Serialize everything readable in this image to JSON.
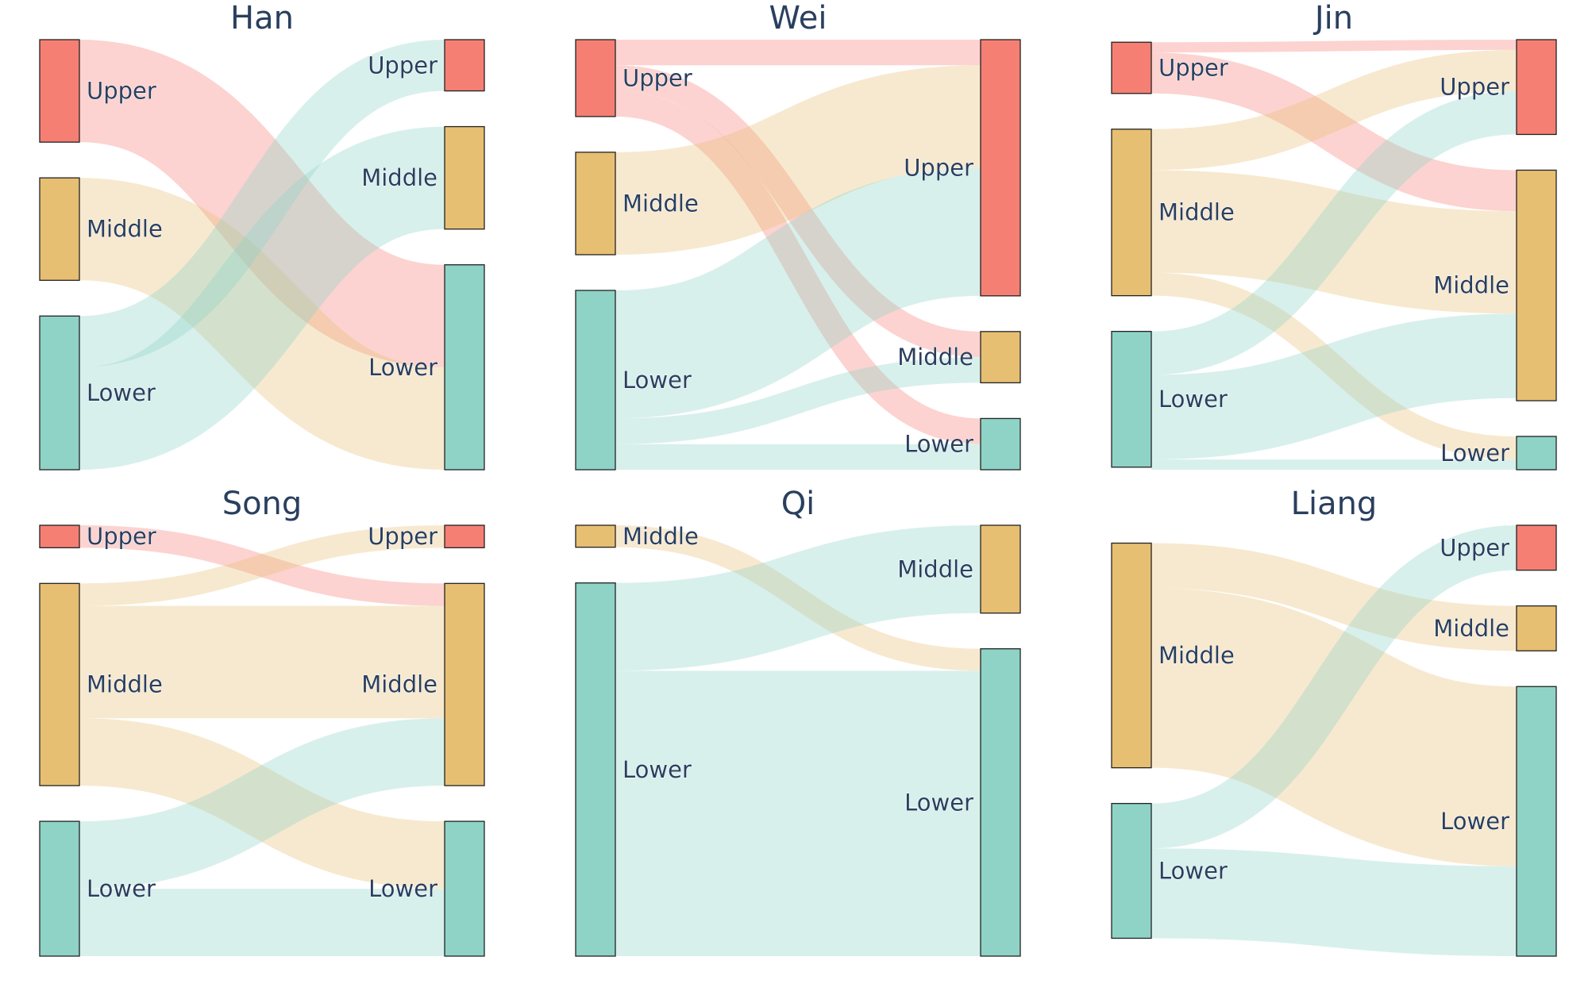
{
  "colors": {
    "Upper": "#f67f74",
    "Middle": "#e7bf72",
    "Lower": "#8ed3c6",
    "title_text": "#2a3f5f",
    "node_stroke": "#222222"
  },
  "chart_data": [
    {
      "type": "sankey",
      "title": "Han",
      "left_nodes": [
        {
          "name": "Upper",
          "value": 4
        },
        {
          "name": "Middle",
          "value": 4
        },
        {
          "name": "Lower",
          "value": 6
        }
      ],
      "right_nodes": [
        {
          "name": "Upper",
          "value": 2
        },
        {
          "name": "Middle",
          "value": 4
        },
        {
          "name": "Lower",
          "value": 8
        }
      ],
      "links": [
        {
          "source": "Upper",
          "target": "Lower",
          "value": 4
        },
        {
          "source": "Middle",
          "target": "Lower",
          "value": 4
        },
        {
          "source": "Lower",
          "target": "Upper",
          "value": 2
        },
        {
          "source": "Lower",
          "target": "Middle",
          "value": 4
        }
      ]
    },
    {
      "type": "sankey",
      "title": "Wei",
      "left_nodes": [
        {
          "name": "Upper",
          "value": 3
        },
        {
          "name": "Middle",
          "value": 4
        },
        {
          "name": "Lower",
          "value": 7
        }
      ],
      "right_nodes": [
        {
          "name": "Upper",
          "value": 10
        },
        {
          "name": "Middle",
          "value": 2
        },
        {
          "name": "Lower",
          "value": 2
        }
      ],
      "links": [
        {
          "source": "Upper",
          "target": "Upper",
          "value": 1
        },
        {
          "source": "Upper",
          "target": "Middle",
          "value": 1
        },
        {
          "source": "Upper",
          "target": "Lower",
          "value": 1
        },
        {
          "source": "Middle",
          "target": "Upper",
          "value": 4
        },
        {
          "source": "Lower",
          "target": "Upper",
          "value": 5
        },
        {
          "source": "Lower",
          "target": "Middle",
          "value": 1
        },
        {
          "source": "Lower",
          "target": "Lower",
          "value": 1
        }
      ]
    },
    {
      "type": "sankey",
      "title": "Jin",
      "left_nodes": [
        {
          "name": "Upper",
          "value": 2
        },
        {
          "name": "Middle",
          "value": 6.5
        },
        {
          "name": "Lower",
          "value": 5.3
        }
      ],
      "right_nodes": [
        {
          "name": "Upper",
          "value": 3.7
        },
        {
          "name": "Middle",
          "value": 9
        },
        {
          "name": "Lower",
          "value": 1.3
        }
      ],
      "links": [
        {
          "source": "Upper",
          "target": "Upper",
          "value": 0.4
        },
        {
          "source": "Upper",
          "target": "Middle",
          "value": 1.6
        },
        {
          "source": "Middle",
          "target": "Upper",
          "value": 1.6
        },
        {
          "source": "Middle",
          "target": "Middle",
          "value": 4
        },
        {
          "source": "Middle",
          "target": "Lower",
          "value": 0.9
        },
        {
          "source": "Lower",
          "target": "Upper",
          "value": 1.7
        },
        {
          "source": "Lower",
          "target": "Middle",
          "value": 3.3
        },
        {
          "source": "Lower",
          "target": "Lower",
          "value": 0.4
        }
      ]
    },
    {
      "type": "sankey",
      "title": "Song",
      "left_nodes": [
        {
          "name": "Upper",
          "value": 1
        },
        {
          "name": "Middle",
          "value": 9
        },
        {
          "name": "Lower",
          "value": 6
        }
      ],
      "right_nodes": [
        {
          "name": "Upper",
          "value": 1
        },
        {
          "name": "Middle",
          "value": 9
        },
        {
          "name": "Lower",
          "value": 6
        }
      ],
      "links": [
        {
          "source": "Upper",
          "target": "Middle",
          "value": 1
        },
        {
          "source": "Middle",
          "target": "Upper",
          "value": 1
        },
        {
          "source": "Middle",
          "target": "Middle",
          "value": 5
        },
        {
          "source": "Middle",
          "target": "Lower",
          "value": 3
        },
        {
          "source": "Lower",
          "target": "Middle",
          "value": 3
        },
        {
          "source": "Lower",
          "target": "Lower",
          "value": 3
        }
      ]
    },
    {
      "type": "sankey",
      "title": "Qi",
      "left_nodes": [
        {
          "name": "Middle",
          "value": 1
        },
        {
          "name": "Lower",
          "value": 17
        }
      ],
      "right_nodes": [
        {
          "name": "Middle",
          "value": 4
        },
        {
          "name": "Lower",
          "value": 14
        }
      ],
      "links": [
        {
          "source": "Middle",
          "target": "Lower",
          "value": 1
        },
        {
          "source": "Lower",
          "target": "Middle",
          "value": 4
        },
        {
          "source": "Lower",
          "target": "Lower",
          "value": 13
        }
      ]
    },
    {
      "type": "sankey",
      "title": "Liang",
      "left_nodes": [
        {
          "name": "Middle",
          "value": 10
        },
        {
          "name": "Lower",
          "value": 6
        }
      ],
      "right_nodes": [
        {
          "name": "Upper",
          "value": 2
        },
        {
          "name": "Middle",
          "value": 2
        },
        {
          "name": "Lower",
          "value": 12
        }
      ],
      "links": [
        {
          "source": "Middle",
          "target": "Middle",
          "value": 2
        },
        {
          "source": "Middle",
          "target": "Lower",
          "value": 8
        },
        {
          "source": "Lower",
          "target": "Upper",
          "value": 2
        },
        {
          "source": "Lower",
          "target": "Lower",
          "value": 4
        }
      ]
    }
  ]
}
